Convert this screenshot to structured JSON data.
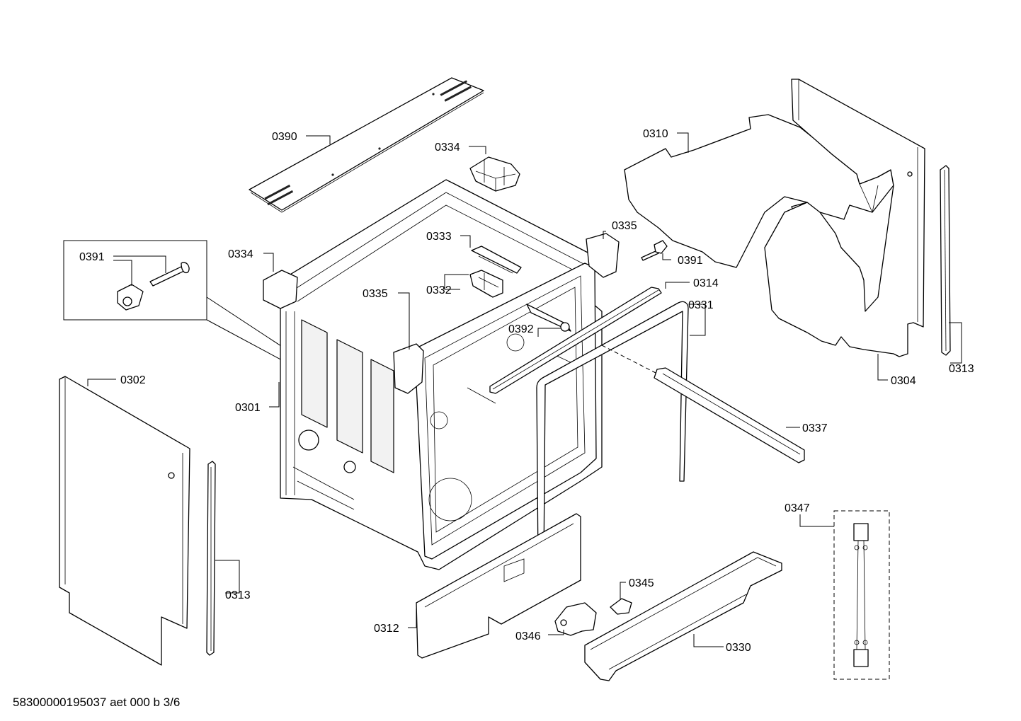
{
  "labels": {
    "p0390": "0390",
    "p0334a": "0334",
    "p0334b": "0334",
    "p0310": "0310",
    "p0391a": "0391",
    "p0391b": "0391",
    "p0333": "0333",
    "p0332": "0332",
    "p0335a": "0335",
    "p0335b": "0335",
    "p0314": "0314",
    "p0331": "0331",
    "p0392": "0392",
    "p0302": "0302",
    "p0301": "0301",
    "p0304": "0304",
    "p0313a": "0313",
    "p0313b": "0313",
    "p0337": "0337",
    "p0347": "0347",
    "p0345": "0345",
    "p0312": "0312",
    "p0346": "0346",
    "p0330": "0330"
  },
  "footer": "58300000195037 aet 000 b 3/6"
}
